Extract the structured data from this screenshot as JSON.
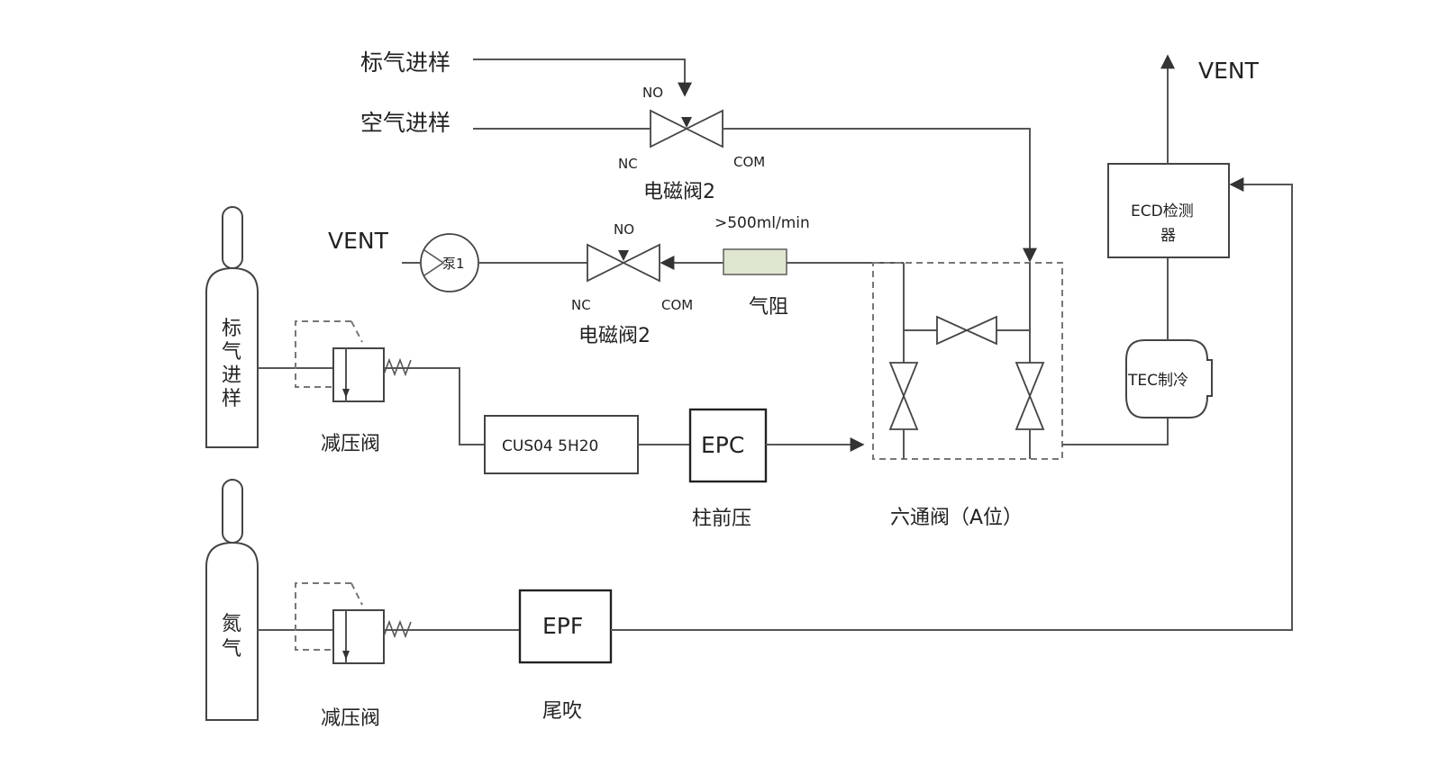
{
  "labels": {
    "std_sample_in": "标气进样",
    "air_sample_in": "空气进样",
    "valve_top_no": "NO",
    "valve_top_nc": "NC",
    "valve_top_com": "COM",
    "valve_top_name": "电磁阀2",
    "vent_left": "VENT",
    "pump": "泵1",
    "valve_mid_no": "NO",
    "valve_mid_nc": "NC",
    "valve_mid_com": "COM",
    "valve_mid_name": "电磁阀2",
    "restrictor_flow": ">500ml/min",
    "restrictor": "气阻",
    "std_cylinder": [
      "标",
      "气",
      "进",
      "样"
    ],
    "n2_cylinder": [
      "氮",
      "气"
    ],
    "regulator_top": "减压阀",
    "regulator_bottom": "减压阀",
    "column": "CUS04 5H20",
    "epc": "EPC",
    "epc_caption": "柱前压",
    "six_port_valve": "六通阀（A位）",
    "epf": "EPF",
    "epf_caption": "尾吹",
    "ecd_line1": "ECD检测",
    "ecd_line2": "器",
    "tec": "TEC制冷",
    "vent_right": "VENT"
  }
}
